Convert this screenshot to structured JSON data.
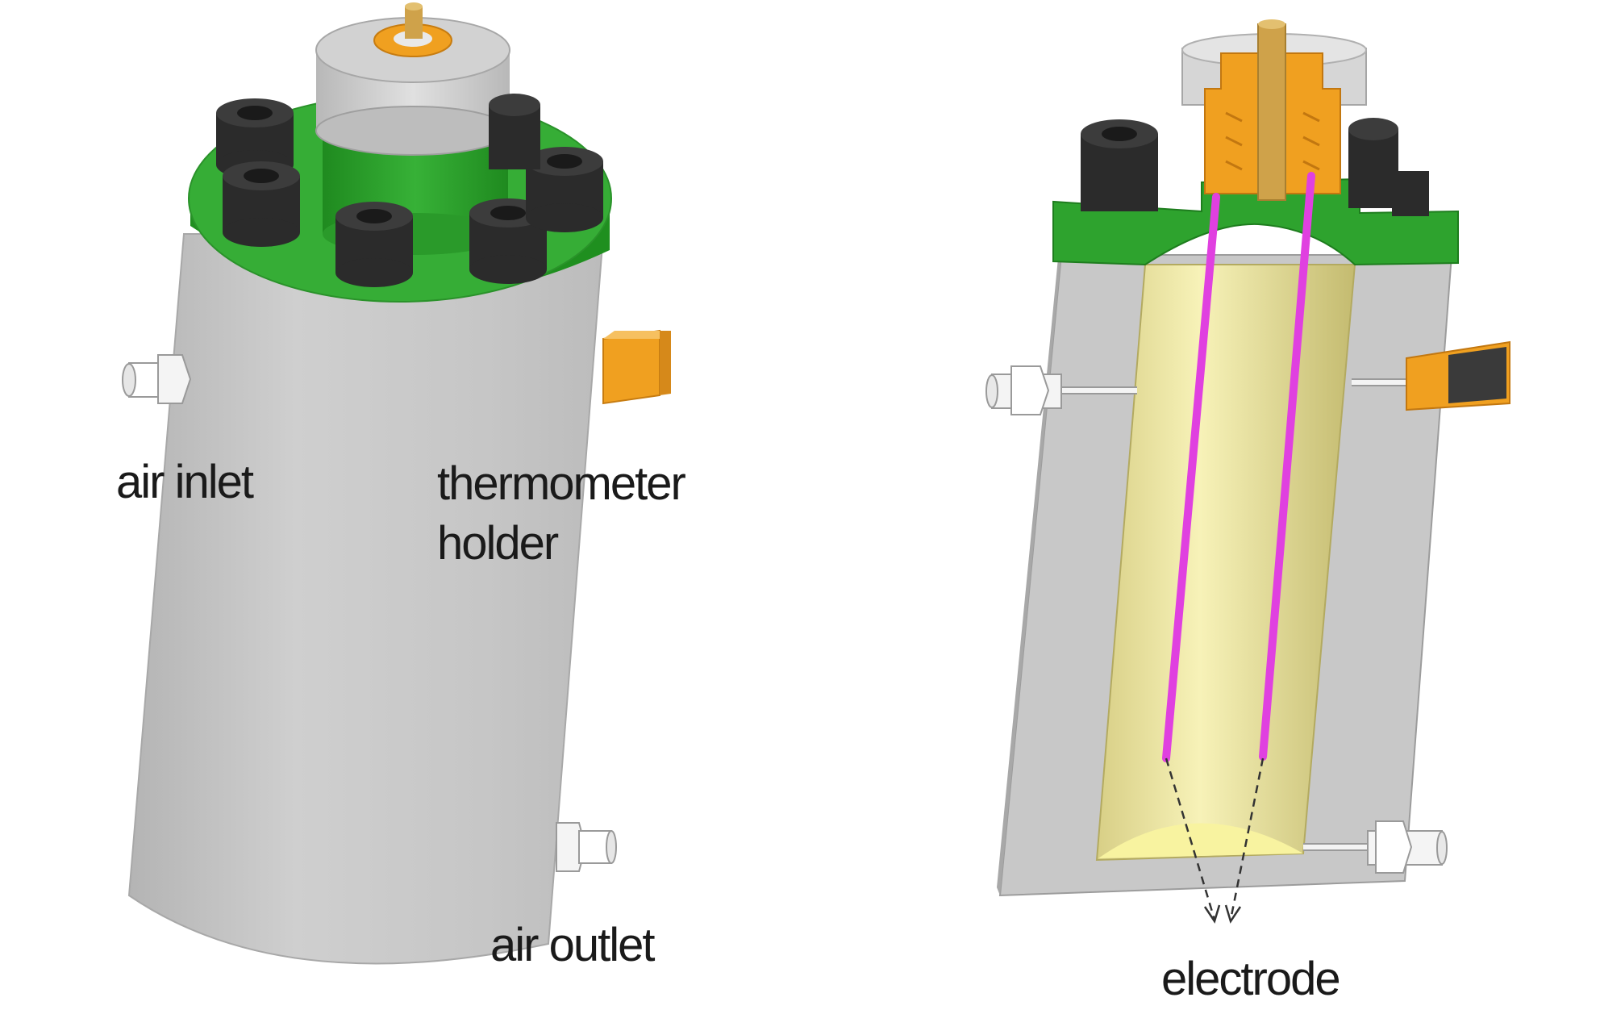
{
  "labels": {
    "air_inlet": "air inlet",
    "thermometer_holder_line1": "thermometer",
    "thermometer_holder_line2": "holder",
    "air_outlet": "air outlet",
    "electrode": "electrode"
  },
  "colors": {
    "body_gray": "#c4c4c4",
    "flange_green": "#2e9e2e",
    "bolt_black": "#2b2b2b",
    "fitting_orange": "#f0a020",
    "cavity_yellow": "#f3eeaa",
    "electrode_magenta": "#e040e0",
    "rod_brass": "#cfa24a"
  }
}
